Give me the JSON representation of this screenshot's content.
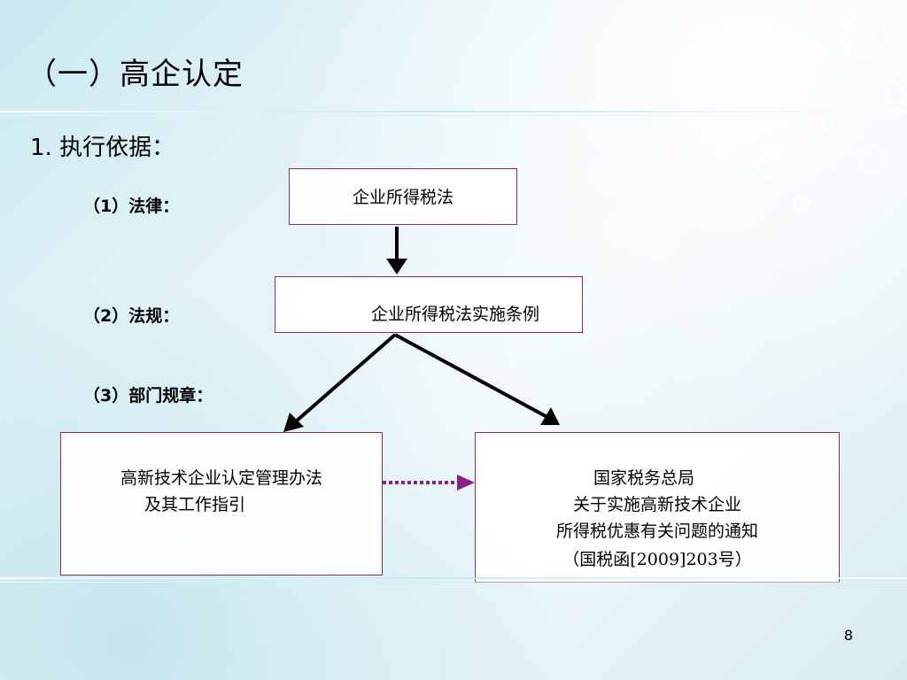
{
  "slide": {
    "title": "（一）高企认定",
    "heading": "1. 执行依据：",
    "page_number": "8"
  },
  "levels": [
    {
      "label": "（1）法律："
    },
    {
      "label": "（2）法规："
    },
    {
      "label": "（3）部门规章："
    }
  ],
  "boxes": {
    "law": "企业所得税法",
    "regulation": "企业所得税法实施条例",
    "rule_left_lines": [
      "高新技术企业认定管理办法",
      "及其工作指引"
    ],
    "rule_right_lines": [
      "国家税务总局",
      "关于实施高新技术企业",
      "所得税优惠有关问题的通知",
      "（国税函[2009]203号）"
    ]
  },
  "colors": {
    "box_border": "#8a2a6a",
    "dotted_arrow": "#8a1f8a",
    "solid_arrow": "#000000"
  }
}
